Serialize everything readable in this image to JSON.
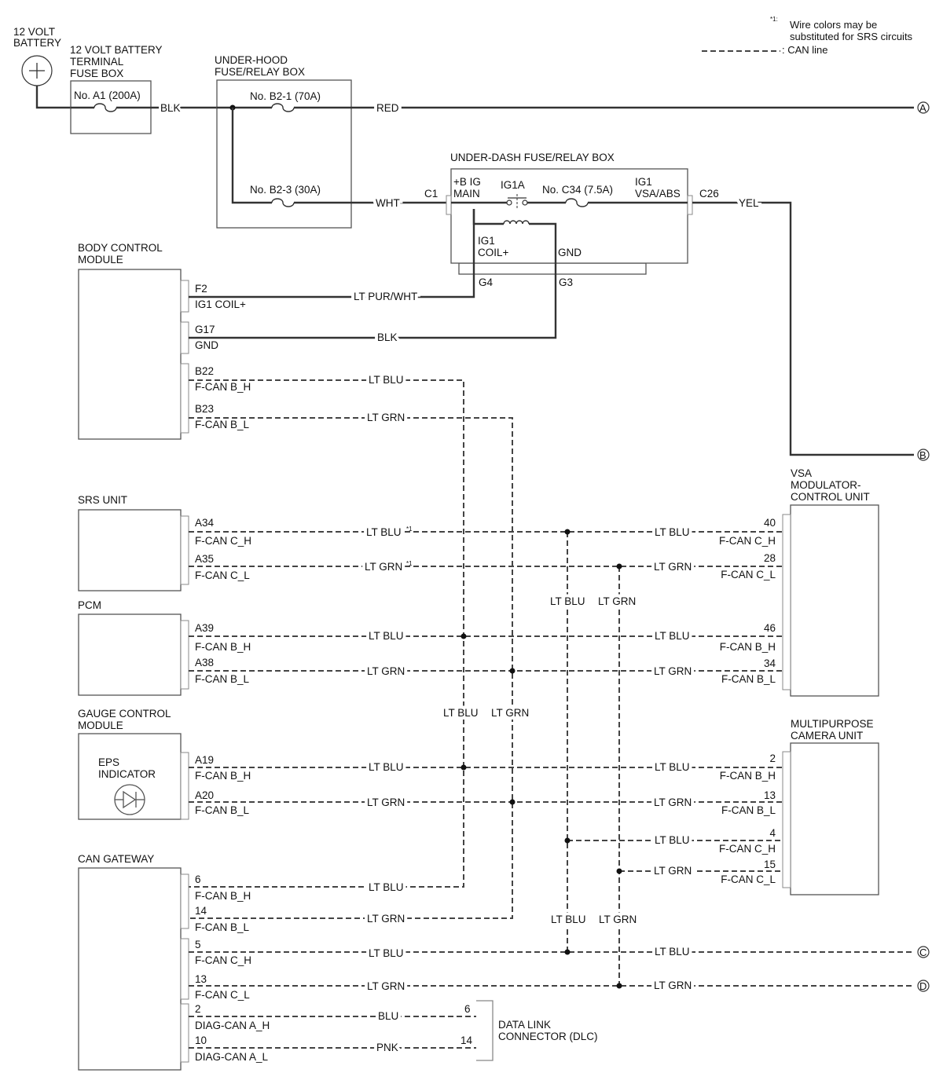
{
  "legend": {
    "note_mark": "*1:",
    "note_line1": "Wire colors may be",
    "note_line2": "substituted for SRS circuits",
    "can_line": ": CAN line"
  },
  "battery": {
    "line1": "12 VOLT",
    "line2": "BATTERY"
  },
  "terminal_fuse_box": {
    "line1": "12 VOLT BATTERY",
    "line2": "TERMINAL",
    "line3": "FUSE BOX",
    "fuse": "No. A1 (200A)"
  },
  "underhood_box": {
    "line1": "UNDER-HOOD",
    "line2": "FUSE/RELAY BOX",
    "fuse1": "No. B2-1 (70A)",
    "fuse2": "No. B2-3 (30A)"
  },
  "underdash_box": {
    "title": "UNDER-DASH FUSE/RELAY BOX",
    "bplus_line1": "+B IG",
    "bplus_line2": "MAIN",
    "relay": "IG1A",
    "fuse": "No. C34 (7.5A)",
    "out_line1": "IG1",
    "out_line2": "VSA/ABS",
    "coil_line1": "IG1",
    "coil_line2": "COIL+",
    "gnd": "GND",
    "c1": "C1",
    "c26": "C26",
    "g4": "G4",
    "g3": "G3"
  },
  "wires": {
    "blk": "BLK",
    "red": "RED",
    "wht": "WHT",
    "yel": "YEL",
    "lt_pur_wht": "LT PUR/WHT",
    "blk2": "BLK",
    "lt_blu": "LT BLU",
    "lt_grn": "LT GRN",
    "blu": "BLU",
    "pnk": "PNK",
    "star": "*1"
  },
  "terminals": {
    "a": "A",
    "b": "B",
    "c": "C",
    "d": "D"
  },
  "bcm": {
    "line1": "BODY CONTROL",
    "line2": "MODULE",
    "p1_pin": "F2",
    "p1_sig": "IG1 COIL+",
    "p2_pin": "G17",
    "p2_sig": "GND",
    "p3_pin": "B22",
    "p3_sig": "F-CAN B_H",
    "p4_pin": "B23",
    "p4_sig": "F-CAN B_L"
  },
  "srs": {
    "title": "SRS UNIT",
    "p1_pin": "A34",
    "p1_sig": "F-CAN C_H",
    "p2_pin": "A35",
    "p2_sig": "F-CAN C_L"
  },
  "pcm": {
    "title": "PCM",
    "p1_pin": "A39",
    "p1_sig": "F-CAN B_H",
    "p2_pin": "A38",
    "p2_sig": "F-CAN B_L"
  },
  "gcm": {
    "line1": "GAUGE CONTROL",
    "line2": "MODULE",
    "eps1": "EPS",
    "eps2": "INDICATOR",
    "p1_pin": "A19",
    "p1_sig": "F-CAN B_H",
    "p2_pin": "A20",
    "p2_sig": "F-CAN B_L"
  },
  "gateway": {
    "title": "CAN GATEWAY",
    "p1_pin": "6",
    "p1_sig": "F-CAN B_H",
    "p2_pin": "14",
    "p2_sig": "F-CAN B_L",
    "p3_pin": "5",
    "p3_sig": "F-CAN C_H",
    "p4_pin": "13",
    "p4_sig": "F-CAN C_L",
    "p5_pin": "2",
    "p5_sig": "DIAG-CAN A_H",
    "p6_pin": "10",
    "p6_sig": "DIAG-CAN A_L"
  },
  "vsa": {
    "line1": "VSA",
    "line2": "MODULATOR-",
    "line3": "CONTROL UNIT",
    "p1_pin": "40",
    "p1_sig": "F-CAN C_H",
    "p2_pin": "28",
    "p2_sig": "F-CAN C_L",
    "p3_pin": "46",
    "p3_sig": "F-CAN B_H",
    "p4_pin": "34",
    "p4_sig": "F-CAN B_L"
  },
  "camera": {
    "line1": "MULTIPURPOSE",
    "line2": "CAMERA UNIT",
    "p1_pin": "2",
    "p1_sig": "F-CAN B_H",
    "p2_pin": "13",
    "p2_sig": "F-CAN B_L",
    "p3_pin": "4",
    "p3_sig": "F-CAN C_H",
    "p4_pin": "15",
    "p4_sig": "F-CAN C_L"
  },
  "dlc": {
    "line1": "DATA LINK",
    "line2": "CONNECTOR (DLC)",
    "p1": "6",
    "p2": "14"
  }
}
